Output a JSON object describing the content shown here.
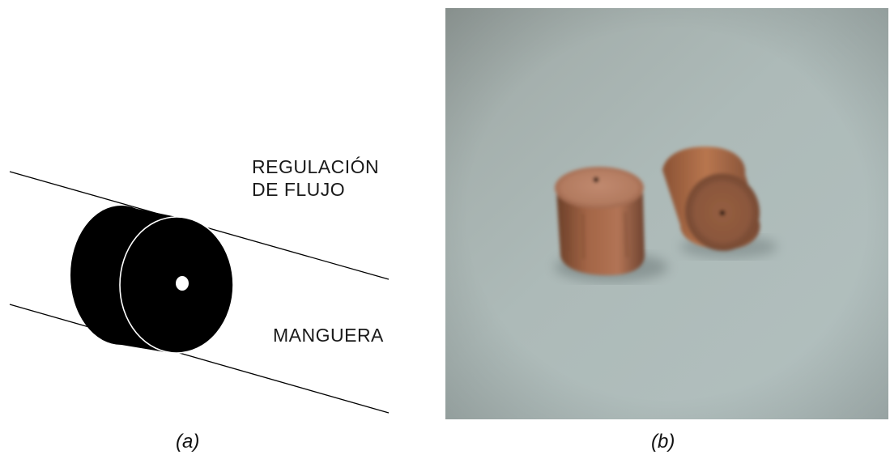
{
  "panel_a": {
    "label_line_1": "REGULACIÓN",
    "label_line_2": "DE FLUJO",
    "label_hose": "MANGUERA",
    "caption": "(a)"
  },
  "panel_b": {
    "caption": "(b)"
  },
  "colors": {
    "background": "#ffffff",
    "diagram_ink": "#000000",
    "photo_background": "#a8b6b4",
    "copper": "#a86a45"
  }
}
